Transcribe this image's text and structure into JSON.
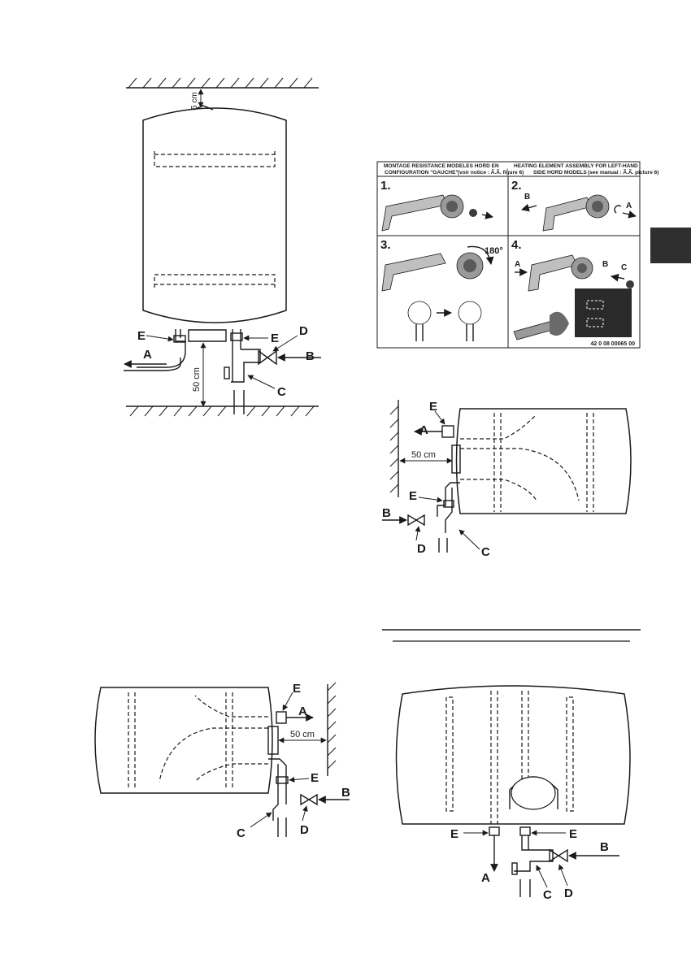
{
  "figure1": {
    "top_gap": "5 cm",
    "bottom_gap": "50 cm",
    "labels": {
      "a": "A",
      "b": "B",
      "c": "C",
      "d": "D",
      "e_left": "E",
      "e_right": "E"
    }
  },
  "assembly": {
    "title_fr_main": "MONTAGE RESISTANCE MODELES HORD EN",
    "title_fr_config": "CONFIGURATION \"GAUCHE\"",
    "title_fr_note": "(voir notice : Ã.Ã. figure 6)",
    "slash": "/",
    "title_en_main": "HEATING ELEMENT ASSEMBLY FOR LEFT-HAND",
    "title_en_models": "SIDE HORD MODELS",
    "title_en_note": "(see manual : Ã.Ã. picture 6)",
    "steps": [
      "1.",
      "2.",
      "3.",
      "4."
    ],
    "rotation": "180°",
    "letters_step2": {
      "a": "A",
      "b": "B"
    },
    "letters_step4": {
      "a": "A",
      "b": "B",
      "c": "C"
    },
    "ref": "42 0 08 00065 00"
  },
  "figure_left_mount": {
    "gap": "50 cm",
    "labels": {
      "a": "A",
      "b": "B",
      "c": "C",
      "d": "D",
      "e_top": "E",
      "e_bottom": "E"
    }
  },
  "figure_right_mount": {
    "gap": "50 cm",
    "labels": {
      "a": "A",
      "b": "B",
      "c": "C",
      "d": "D",
      "e_top": "E",
      "e_bottom": "E"
    }
  },
  "figure_horizontal": {
    "labels": {
      "a": "A",
      "b": "B",
      "c": "C",
      "d": "D",
      "e_left": "E",
      "e_right": "E"
    }
  }
}
